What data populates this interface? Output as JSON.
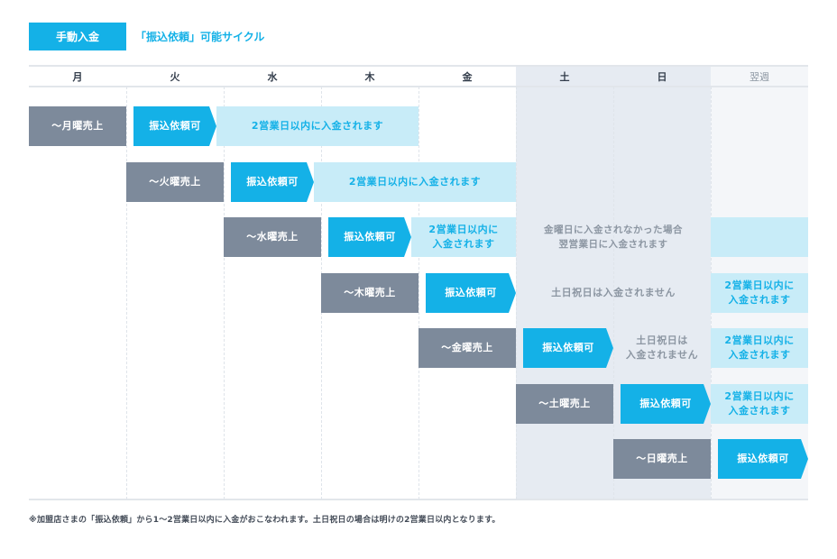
{
  "header": {
    "tag_label": "手動入金",
    "title": "「振込依頼」可能サイクル"
  },
  "days": [
    "月",
    "火",
    "水",
    "木",
    "金",
    "土",
    "日",
    "翌週"
  ],
  "rows": [
    {
      "sale": "～月曜売上",
      "request": "振込依頼可",
      "deposit": "2営業日以内に入金されます"
    },
    {
      "sale": "～火曜売上",
      "request": "振込依頼可",
      "deposit": "2営業日以内に入金されます"
    },
    {
      "sale": "～水曜売上",
      "request": "振込依頼可",
      "deposit": "2営業日以内に\n入金されます",
      "note": "金曜日に入金されなかった場合\n翌営業日に入金されます"
    },
    {
      "sale": "～木曜売上",
      "request": "振込依頼可",
      "note": "土日祝日は入金されません",
      "deposit": "2営業日以内に\n入金されます"
    },
    {
      "sale": "～金曜売上",
      "request": "振込依頼可",
      "note": "土日祝日は\n入金されません",
      "deposit": "2営業日以内に\n入金されます"
    },
    {
      "sale": "～土曜売上",
      "request": "振込依頼可",
      "deposit": "2営業日以内に\n入金されます"
    },
    {
      "sale": "～日曜売上",
      "request": "振込依頼可"
    }
  ],
  "footnote": "※加盟店さまの「振込依頼」から1～2営業日以内に入金がおこなわれます。土日祝日の場合は明けの2営業日以内となります。",
  "colors": {
    "accent": "#14b1e7",
    "sale_bar": "#7d8a9b",
    "deposit_bar": "#c8ecf8",
    "weekend_shade": "#e6ebf2",
    "next_week_shade": "#f4f6f9",
    "note_text": "#8c96a2"
  }
}
